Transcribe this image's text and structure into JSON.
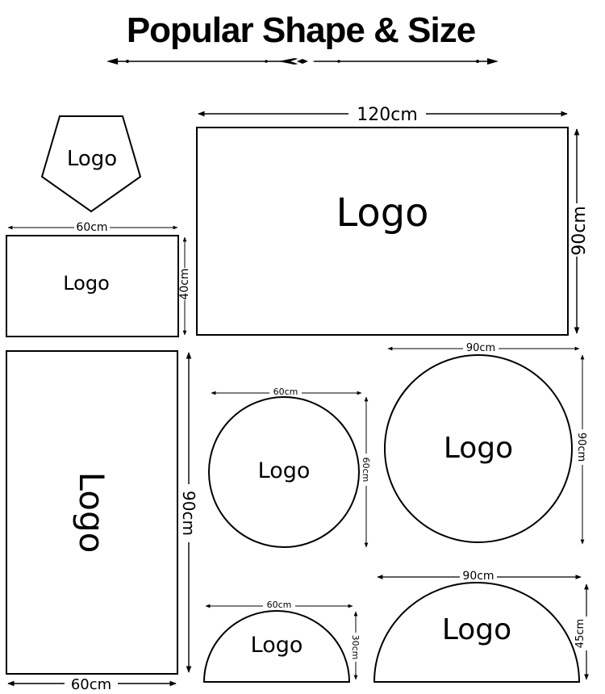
{
  "header": {
    "title": "Popular Shape & Size"
  },
  "shapes": {
    "pentagon": {
      "logo": "Logo"
    },
    "rect_60x40": {
      "logo": "Logo",
      "width_label": "60cm",
      "height_label": "40cm"
    },
    "rect_120x90": {
      "logo": "Logo",
      "width_label": "120cm",
      "height_label": "90cm"
    },
    "rect_60x90": {
      "logo": "Logo",
      "width_label": "60cm",
      "height_label": "90cm"
    },
    "circle_60": {
      "logo": "Logo",
      "width_label": "60cm",
      "height_label": "60cm"
    },
    "circle_90": {
      "logo": "Logo",
      "width_label": "90cm",
      "height_label": "90cm"
    },
    "half_60x30": {
      "logo": "Logo",
      "width_label": "60cm",
      "height_label": "30cm"
    },
    "half_90x45": {
      "logo": "Logo",
      "width_label": "90cm",
      "height_label": "45cm"
    }
  },
  "colors": {
    "stroke": "#000000",
    "background": "#ffffff"
  }
}
